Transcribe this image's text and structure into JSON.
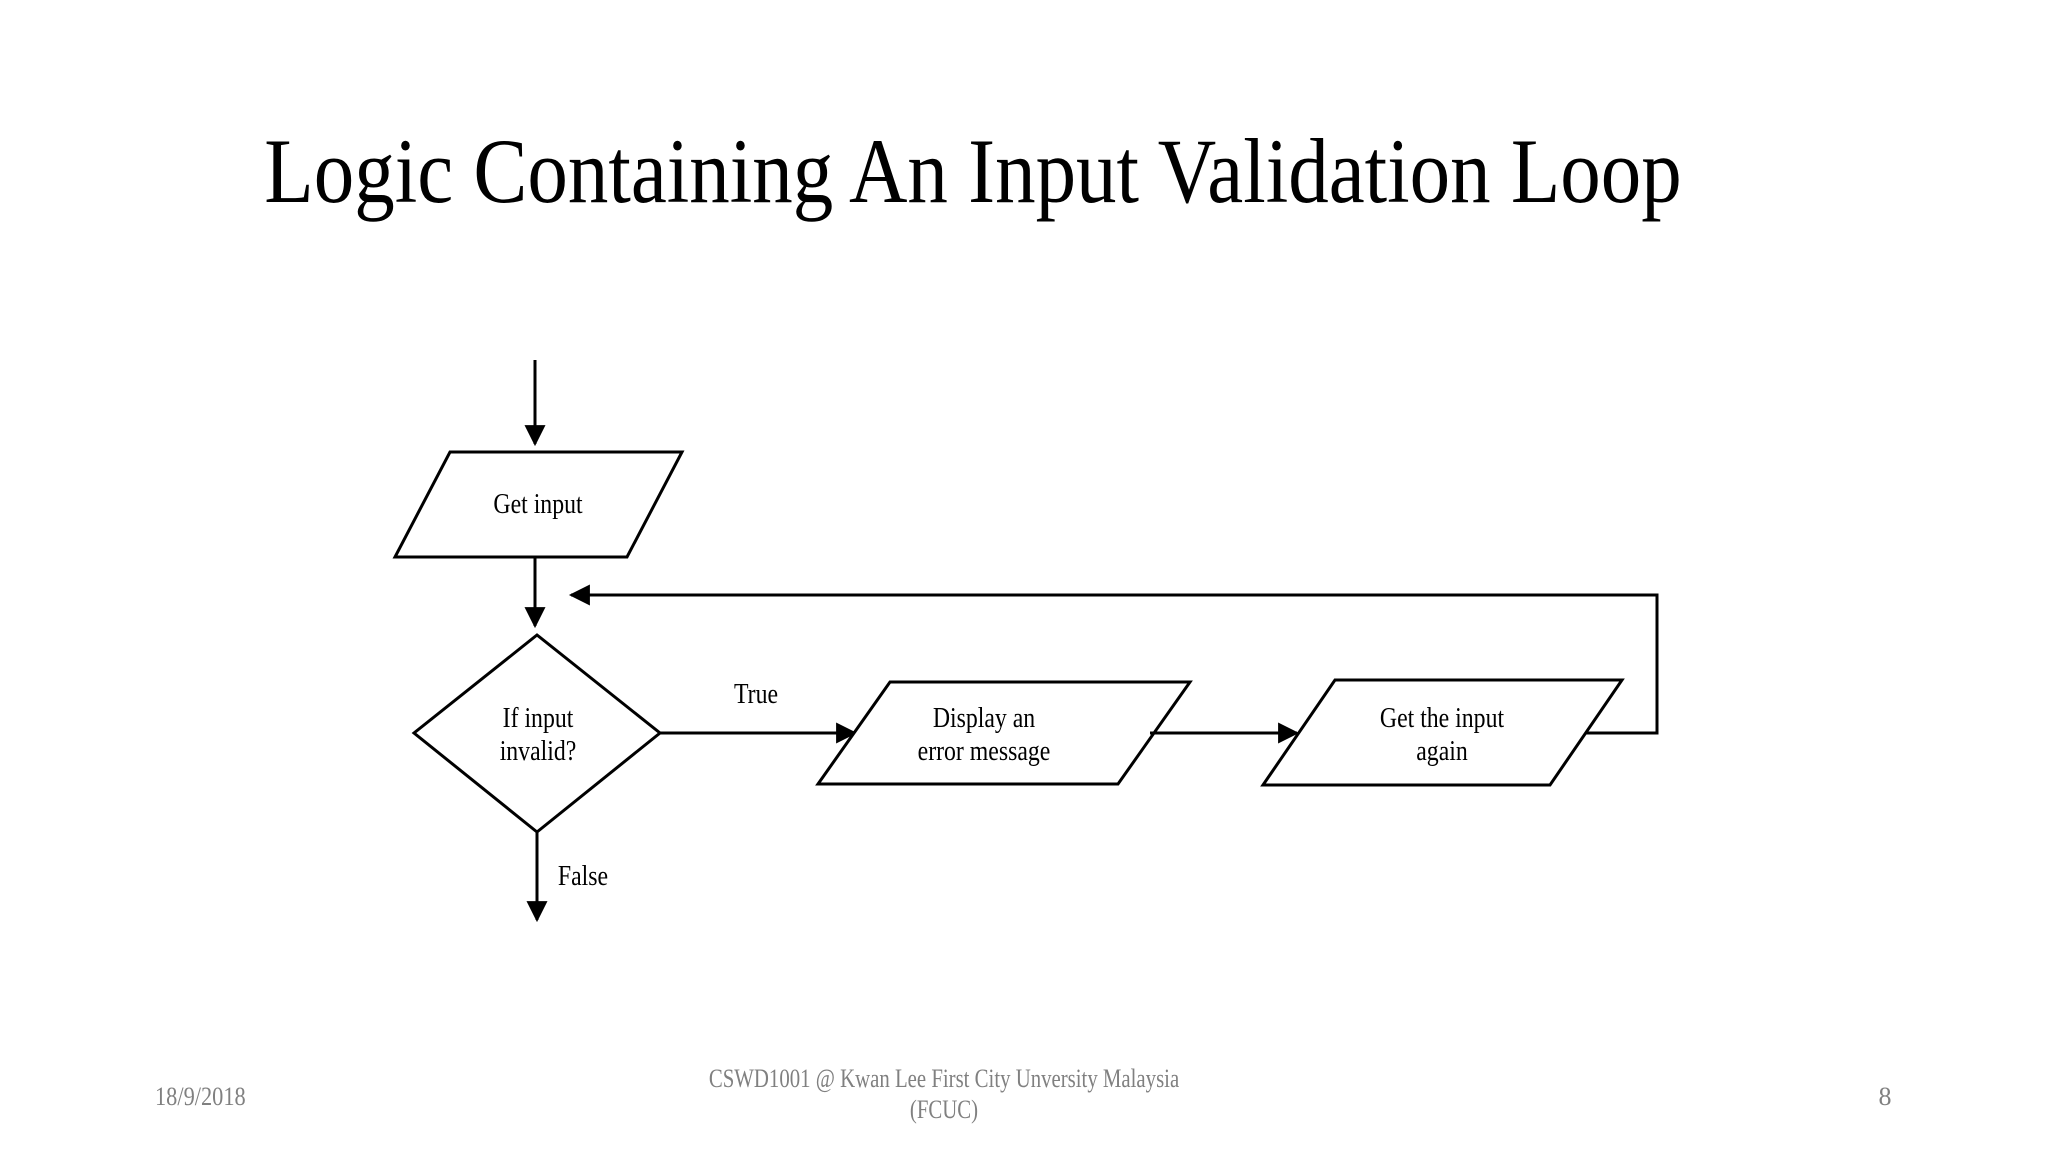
{
  "slide": {
    "title": "Logic Containing An Input Validation Loop",
    "background_color": "#ffffff",
    "line_color": "#000000",
    "footer_color": "#808080"
  },
  "flowchart": {
    "nodes": [
      {
        "id": "get_input",
        "type": "parallelogram",
        "label": "Get input"
      },
      {
        "id": "decision",
        "type": "diamond",
        "label": "If input\ninvalid?"
      },
      {
        "id": "display_error",
        "type": "parallelogram",
        "label": "Display an\nerror message"
      },
      {
        "id": "get_input_again",
        "type": "parallelogram",
        "label": "Get the input\nagain"
      }
    ],
    "edges": [
      {
        "from": "start",
        "to": "get_input",
        "label": ""
      },
      {
        "from": "get_input",
        "to": "decision",
        "label": ""
      },
      {
        "from": "decision",
        "to": "display_error",
        "label": "True"
      },
      {
        "from": "display_error",
        "to": "get_input_again",
        "label": ""
      },
      {
        "from": "get_input_again",
        "to": "decision-input-line",
        "label": "",
        "kind": "loop-back"
      },
      {
        "from": "decision",
        "to": "exit",
        "label": "False"
      }
    ],
    "labels": {
      "get_input": "Get input",
      "decision": "If input\ninvalid?",
      "true_branch": "True",
      "display_error": "Display an\nerror message",
      "get_input_again": "Get the input\nagain",
      "false_branch": "False"
    }
  },
  "footer": {
    "date": "18/9/2018",
    "course": "CSWD1001 @ Kwan Lee First City Unversity Malaysia\n(FCUC)",
    "page_number": "8"
  }
}
